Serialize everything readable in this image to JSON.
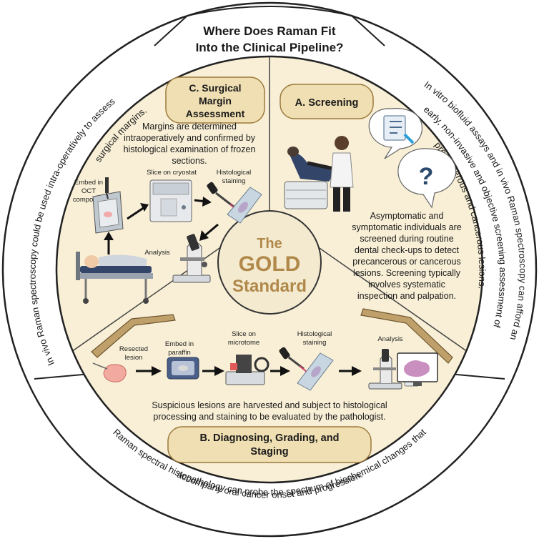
{
  "title": [
    "Where Does Raman Fit",
    "Into the Clinical Pipeline?"
  ],
  "center": {
    "line1": "The",
    "line2": "GOLD",
    "line3": "Standard"
  },
  "colors": {
    "panel": "#f8efd6",
    "banner": "#f0dfb2",
    "banner_stroke": "#9c7a3c",
    "gold": "#b0894a",
    "ring": "#ffffff",
    "outline": "#222222"
  },
  "sections": {
    "screening": {
      "heading": "A. Screening",
      "description": [
        "Asymptomatic and",
        "symptomatic individuals are",
        "screened during routine",
        "dental check-ups to detect",
        "precancerous or cancerous",
        "lesions. Screening typically",
        "involves systematic",
        "inspection and palpation."
      ]
    },
    "surgical": {
      "heading": [
        "C. Surgical",
        "Margin",
        "Assessment"
      ],
      "description": [
        "Margins are determined",
        "intraoperatively and confirmed by",
        "histological examination of frozen",
        "sections."
      ],
      "steps": {
        "embed_oct": [
          "Embed in",
          "OCT",
          "compound"
        ],
        "slice_cryostat": "Slice on cryostat",
        "histological_staining": [
          "Histological",
          "staining"
        ],
        "analysis": "Analysis"
      }
    },
    "diagnosing": {
      "heading": "B. Diagnosing, Grading, and",
      "heading_line2": "Staging",
      "description": [
        "Suspicious lesions are harvested and subject to histological",
        "processing and staining to be evaluated by the pathologist."
      ],
      "steps": {
        "resected_lesion": [
          "Resected",
          "lesion"
        ],
        "embed_paraffin": [
          "Embed in",
          "paraffin"
        ],
        "slice_microtome": [
          "Slice on",
          "microtome"
        ],
        "histological_staining": [
          "Histological",
          "staining"
        ],
        "analysis": "Analysis"
      }
    }
  },
  "ring_text": {
    "left": "In vivo Raman spectroscopy could be used intra-operatively to assess",
    "left2": "surgical margins.",
    "right": "In vitro biofluid assays and in vivo Raman spectroscopy can afford an",
    "right2": "early, non-invasive and objective screening assessment of",
    "right3": "precancerous and cancerous lesions.",
    "bottom": "Raman spectral histopathology can probe the spectrum of biochemical changes that",
    "bottom2": "accompany oral cancer onset and progression."
  },
  "icons": [
    "dental-chair-icon",
    "doctor-icon",
    "checklist-bubble-icon",
    "question-bubble-icon",
    "hospital-bed-icon",
    "oct-mold-icon",
    "cryostat-icon",
    "pipette-icon",
    "microscope-icon",
    "tissue-sample-icon",
    "paraffin-block-icon",
    "microtome-icon",
    "computer-monitor-icon",
    "arrow-icon"
  ]
}
